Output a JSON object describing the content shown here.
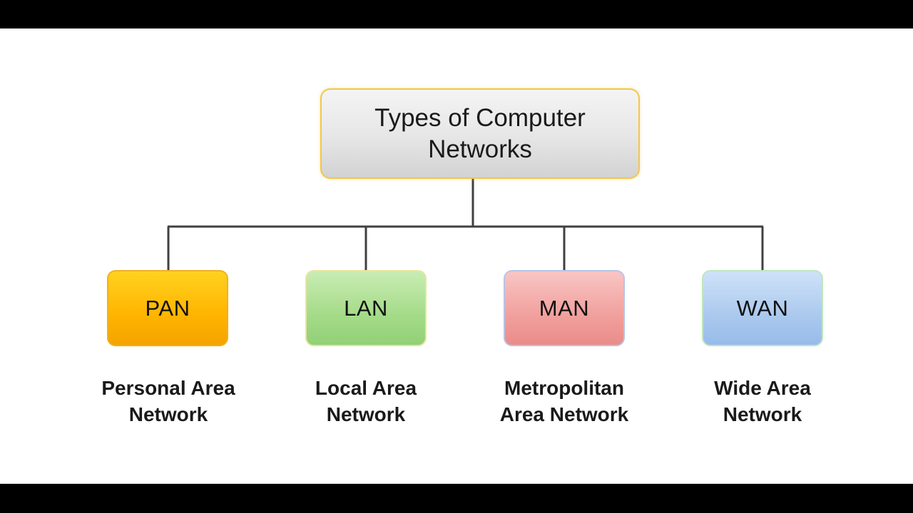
{
  "root": {
    "title_line1": "Types of Computer",
    "title_line2": "Networks"
  },
  "nodes": [
    {
      "abbr": "PAN",
      "name_line1": "Personal Area",
      "name_line2": "Network",
      "color": "#ffb400"
    },
    {
      "abbr": "LAN",
      "name_line1": "Local Area",
      "name_line2": "Network",
      "color": "#a4db88"
    },
    {
      "abbr": "MAN",
      "name_line1": "Metropolitan",
      "name_line2": "Area Network",
      "color": "#f1a09d"
    },
    {
      "abbr": "WAN",
      "name_line1": "Wide Area",
      "name_line2": "Network",
      "color": "#abc9ee"
    }
  ]
}
